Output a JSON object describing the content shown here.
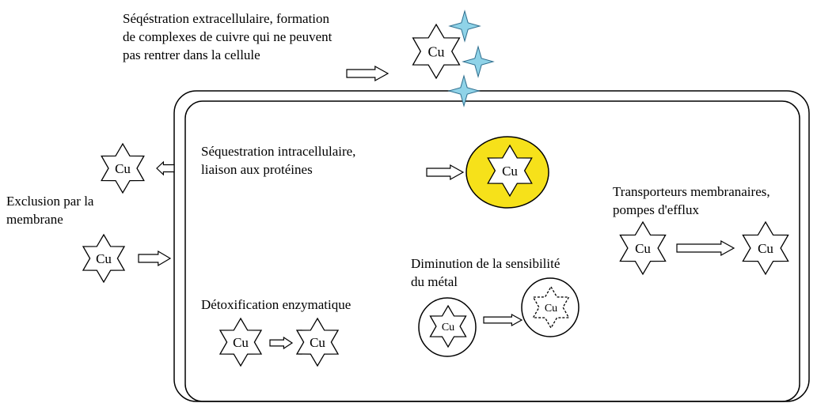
{
  "symbol": "Cu",
  "colors": {
    "outline": "#000000",
    "sparkle_fill": "#8fd3e8",
    "sparkle_stroke": "#2f6f8f",
    "protein_fill": "#f6e11a"
  },
  "labels": {
    "extracellular": "Séqéstration extracellulaire, formation\nde complexes de cuivre qui ne peuvent\npas rentrer dans la cellule",
    "intracellular": "Séquestration intracellulaire,\nliaison aux protéines",
    "exclusion": "Exclusion par la\nmembrane",
    "transport": "Transporteurs membranaires,\npompes d'efflux",
    "sensitivity": "Diminution de la sensibilité\ndu métal",
    "detox": "Détoxification enzymatique"
  },
  "icons": [
    "cu-star-icon",
    "sparkle-icon",
    "arrow-icon",
    "protein-circle-icon",
    "circle-icon"
  ]
}
